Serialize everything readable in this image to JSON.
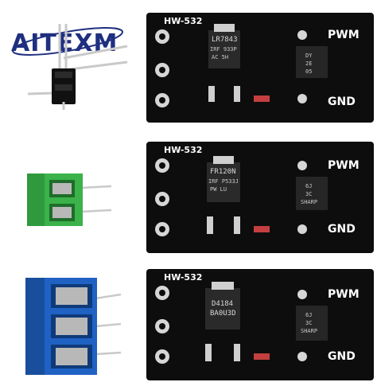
{
  "brand": {
    "name": "AITEXM",
    "color": "#1f2f80"
  },
  "boards": [
    {
      "label": "HW-532",
      "pin_top": "PWM",
      "pin_bottom": "GND",
      "mosfet_lines": [
        "LR7843",
        "IRF 933P",
        "AC  5H"
      ],
      "driver_lines": [
        "DY",
        "2E",
        "05"
      ]
    },
    {
      "label": "HW-532",
      "pin_top": "PWM",
      "pin_bottom": "GND",
      "mosfet_lines": [
        "FR120N",
        "IRF P533J",
        "PW   LU"
      ],
      "driver_lines": [
        "6J",
        "3C",
        "SHARP"
      ]
    },
    {
      "label": "HW-532",
      "pin_top": "PWM",
      "pin_bottom": "GND",
      "mosfet_lines": [
        "D4184",
        "BA0U3D",
        ""
      ],
      "driver_lines": [
        "6J",
        "3C",
        "SHARP"
      ]
    }
  ],
  "colors": {
    "pcb": "#0d0d0d",
    "terminal_green": "#3bb24a",
    "terminal_blue": "#1f62c4",
    "header_black": "#111111",
    "pin_metal": "#c9c9c9"
  },
  "icons": {
    "header": "pin-header-icon",
    "green_terminal": "screw-terminal-2pin-icon",
    "blue_terminal": "screw-terminal-3pin-icon"
  }
}
